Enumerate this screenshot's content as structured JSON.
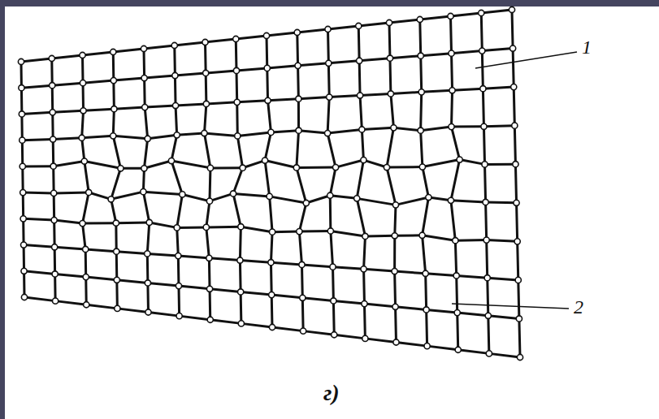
{
  "diagram": {
    "labels": [
      "1",
      "2",
      "г)"
    ]
  }
}
